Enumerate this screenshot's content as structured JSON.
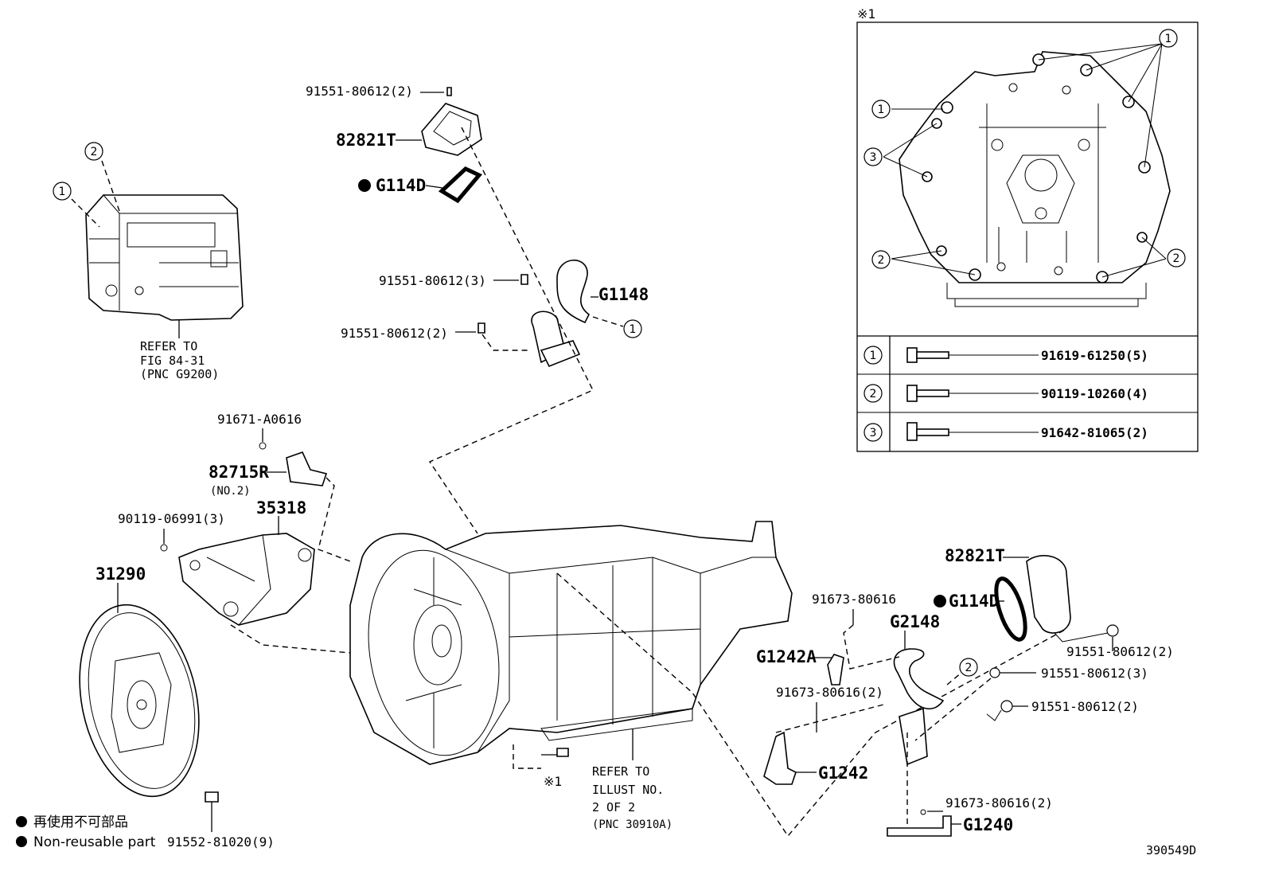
{
  "diagram_id": "390549D",
  "legend": {
    "marker_symbol": "●",
    "japanese": "再使用不可部品",
    "english": "Non-reusable part"
  },
  "callouts": {
    "one": "1",
    "two": "2",
    "three": "3",
    "ref_mark": "※1"
  },
  "parts": {
    "p_91551_top": "91551-80612(2)",
    "p_82821T_top": "82821T",
    "p_G114D_top": "G114D",
    "p_91551_mid3": "91551-80612(3)",
    "p_G1148": "G1148",
    "p_91551_mid2": "91551-80612(2)",
    "p_91671": "91671-A0616",
    "p_82715R": "82715R",
    "p_82715R_sub": "(NO.2)",
    "p_35318": "35318",
    "p_90119_06991": "90119-06991(3)",
    "p_31290": "31290",
    "p_91552": "91552-81020(9)",
    "p_82821T_right": "82821T",
    "p_G114D_right": "G114D",
    "p_91673_a": "91673-80616",
    "p_G2148": "G2148",
    "p_G1242A": "G1242A",
    "p_91551_r2a": "91551-80612(2)",
    "p_91551_r3": "91551-80612(3)",
    "p_91673_b": "91673-80616(2)",
    "p_91551_r2b": "91551-80612(2)",
    "p_G1242": "G1242",
    "p_91673_c": "91673-80616(2)",
    "p_G1240": "G1240"
  },
  "notes": {
    "inverter_ref": [
      "REFER TO",
      "FIG 84-31",
      "(PNC G9200)"
    ],
    "illust_ref": [
      "REFER TO",
      "ILLUST NO.",
      "2 OF 2",
      "(PNC 30910A)"
    ]
  },
  "inset": {
    "title": "※1",
    "bolts": [
      {
        "callout": "1",
        "part": "91619-61250(5)"
      },
      {
        "callout": "2",
        "part": "90119-10260(4)"
      },
      {
        "callout": "3",
        "part": "91642-81065(2)"
      }
    ]
  }
}
